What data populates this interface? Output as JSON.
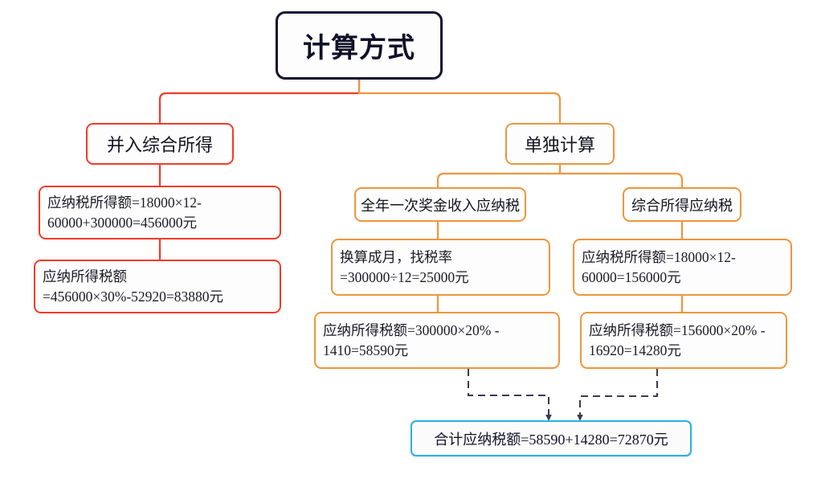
{
  "diagram": {
    "title": "计算方式",
    "type": "tree-flowchart",
    "colors": {
      "root_border": "#141432",
      "left_branch": "#f23b28",
      "right_branch": "#ef963c",
      "summary_border": "#29b0e8",
      "dashed_connector": "#3a3a52",
      "background": "#ffffff"
    }
  },
  "nodes": {
    "root": {
      "label": "计算方式"
    },
    "left_branch": {
      "heading": "并入综合所得",
      "steps": [
        "应纳税所得额=18000×12-60000+300000=456000元",
        "应纳所得税额=456000×30%-52920=83880元"
      ]
    },
    "right_branch": {
      "heading": "单独计算",
      "columns": [
        {
          "heading": "全年一次奖金收入应纳税",
          "steps": [
            "换算成月，找税率=300000÷12=25000元",
            "应纳所得税额=300000×20% - 1410=58590元"
          ]
        },
        {
          "heading": "综合所得应纳税",
          "steps": [
            "应纳税所得额=18000×12-60000=156000元",
            "应纳所得税额=156000×20% - 16920=14280元"
          ]
        }
      ]
    },
    "summary": {
      "label": "合计应纳税额=58590+14280=72870元"
    }
  }
}
